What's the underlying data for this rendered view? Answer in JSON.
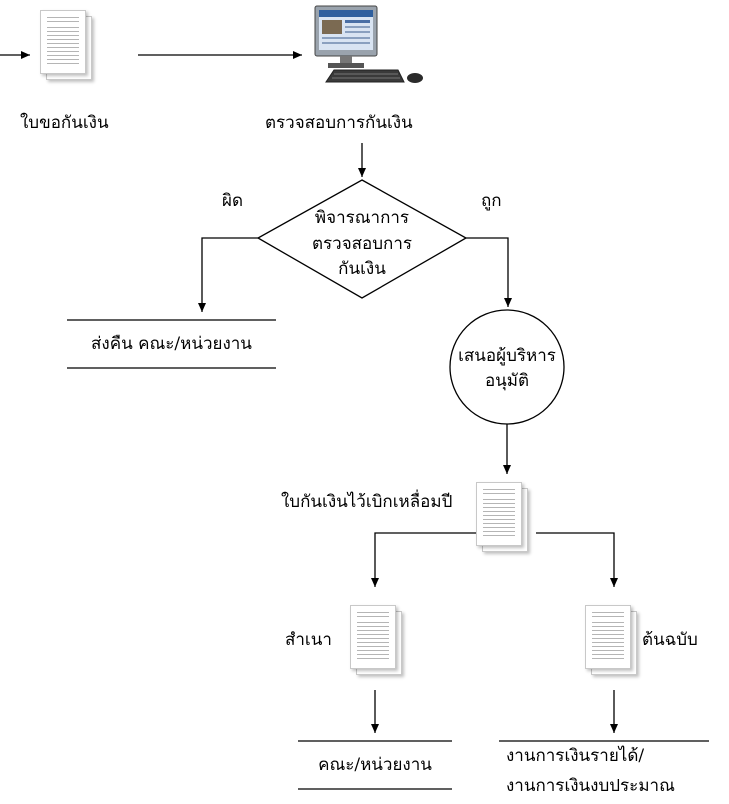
{
  "labels": {
    "request_doc": "ใบขอกันเงิน",
    "check": "ตรวจสอบการกันเงิน",
    "decision_line1": "พิจารณาการ",
    "decision_line2": "ตรวจสอบการ",
    "decision_line3": "กันเงิน",
    "wrong": "ผิด",
    "correct": "ถูก",
    "return_to": "ส่งคืน คณะ/หน่วยงาน",
    "propose_line1": "เสนอผู้บริหาร",
    "propose_line2": "อนุมัติ",
    "reserve_doc": "ใบกันเงินไว้เบิกเหลื่อมปี",
    "copy": "สำเนา",
    "original": "ต้นฉบับ",
    "copy_dest": "คณะ/หน่วยงาน",
    "original_dest_line1": "งานการเงินรายได้/",
    "original_dest_line2": "งานการเงินงบประมาณ"
  },
  "icons": [
    "document-icon",
    "computer-icon"
  ]
}
